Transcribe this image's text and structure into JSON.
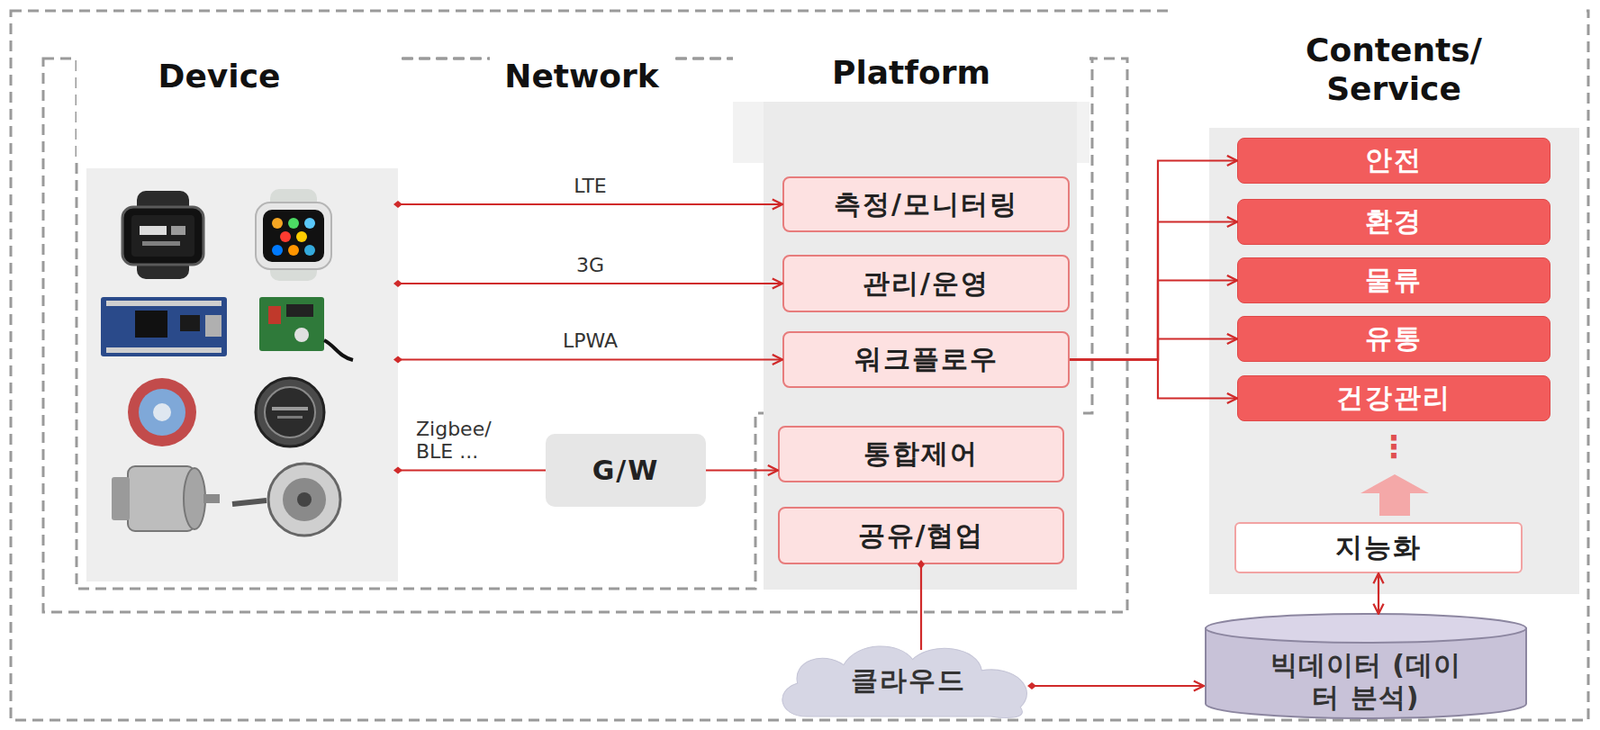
{
  "diagram": {
    "nodes": [
      {
        "text": [
          "Device"
        ]
      },
      {
        "text": [
          "Platform"
        ]
      },
      {
        "text": [
          "측정/모니터링"
        ],
        "in": 1
      },
      {
        "text": [
          "관리/운영"
        ],
        "in": 1
      },
      {
        "text": [
          "워크플로우"
        ],
        "in": 1
      },
      {
        "text": [
          "G/W"
        ]
      },
      {
        "text": [
          "통합제어"
        ],
        "in": 1
      },
      {
        "text": [
          "공유/협업"
        ],
        "in": 1
      },
      {
        "text": [
          "Contents/ Service"
        ]
      },
      {
        "text": [
          "안전"
        ],
        "in": 8
      },
      {
        "text": [
          "환경"
        ],
        "in": 8
      },
      {
        "text": [
          "물류"
        ],
        "in": 8
      },
      {
        "text": [
          "유통"
        ],
        "in": 8
      },
      {
        "text": [
          "건강관리"
        ],
        "in": 8
      },
      {
        "text": [
          "지능화"
        ],
        "in": 8
      },
      {
        "text": [
          "클라우드"
        ]
      },
      {
        "text": [
          "빅데이터 (데이터 분석)"
        ]
      }
    ],
    "edges": [
      {
        "from": 0,
        "to": 2,
        "label": "LTE",
        "arrow": "to"
      },
      {
        "from": 0,
        "to": 3,
        "label": "3G",
        "arrow": "to"
      },
      {
        "from": 0,
        "to": 4,
        "label": "LPWA",
        "arrow": "to"
      },
      {
        "from": 0,
        "to": 5,
        "label": "Zigbee/ BLE ...",
        "arrow": "none"
      },
      {
        "from": 5,
        "to": 6,
        "arrow": "to"
      },
      {
        "from": 4,
        "to": 9,
        "arrow": "to"
      },
      {
        "from": 4,
        "to": 10,
        "arrow": "to"
      },
      {
        "from": 4,
        "to": 11,
        "arrow": "to"
      },
      {
        "from": 4,
        "to": 12,
        "arrow": "to"
      },
      {
        "from": 4,
        "to": 13,
        "arrow": "to"
      },
      {
        "from": 7,
        "to": 15,
        "arrow": "none"
      },
      {
        "from": 15,
        "to": 16,
        "arrow": "to"
      },
      {
        "from": 16,
        "to": 14,
        "arrow": "both"
      }
    ],
    "labels": [
      "Network",
      "⋮"
    ]
  }
}
